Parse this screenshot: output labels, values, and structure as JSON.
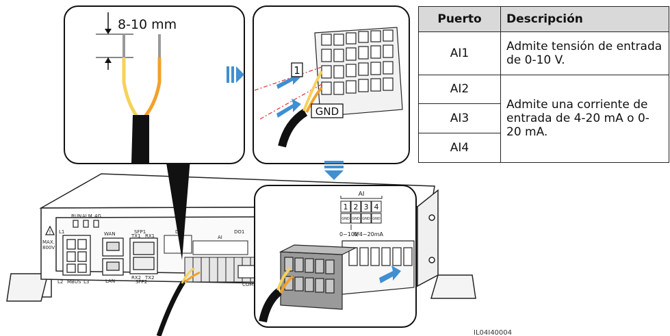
{
  "strip_label": "8-10 mm",
  "callout_label": "1",
  "gnd_label": "GND",
  "device_labels": {
    "run": "RUN",
    "alm": "ALM",
    "fourg": "4G",
    "wan": "WAN",
    "lan": "LAN",
    "sfp1": "SFP1",
    "sfp2": "SFP2",
    "tx1": "TX1",
    "rx1": "RX1",
    "rx2": "RX2",
    "tx2": "TX2",
    "l1": "L1",
    "l2": "L2",
    "l3": "L3",
    "mbus": "MBUS",
    "max": "MAX.",
    "volt": "800V",
    "di": "DI",
    "ai": "AI",
    "do1": "DO1",
    "com": "COM"
  },
  "zoom_labels": {
    "ai": "AI",
    "ports": [
      "1",
      "2",
      "3",
      "4"
    ],
    "gnd": [
      "GND",
      "GND",
      "GND",
      "GND"
    ],
    "range1": "0~10V",
    "range2": "0/4~20mA"
  },
  "figure_id": "IL04I40004",
  "table": {
    "headers": [
      "Puerto",
      "Descripción"
    ],
    "rows": [
      {
        "port": "AI1",
        "description": "Admite tensión de entrada de 0-10 V."
      },
      {
        "port": "AI2",
        "description": "Admite una corriente de entrada de 4-20 mA o 0-20 mA."
      },
      {
        "port": "AI3"
      },
      {
        "port": "AI4"
      }
    ]
  },
  "colors": {
    "wire_orange": "#f2a12a",
    "wire_yellow": "#f6d25a",
    "arrow_blue": "#3f8fd2",
    "cable_black": "#111111",
    "header_gray": "#d9d9d9"
  }
}
